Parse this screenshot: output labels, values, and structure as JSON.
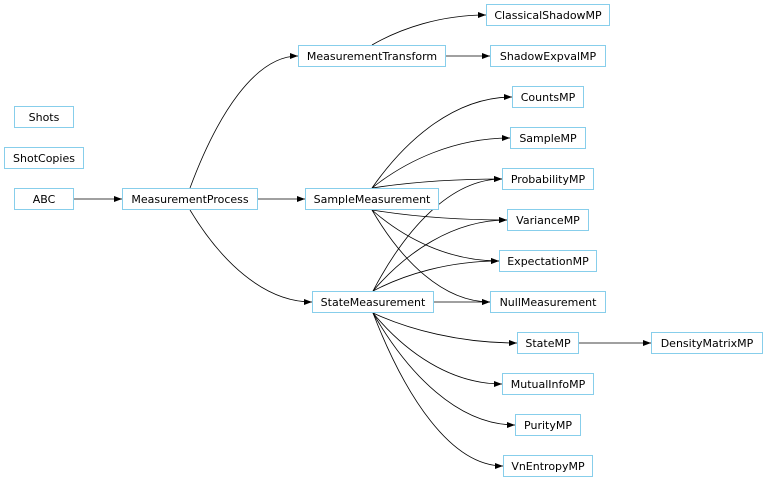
{
  "diagram": {
    "nodes": {
      "shots": "Shots",
      "shotcopies": "ShotCopies",
      "abc": "ABC",
      "measurementprocess": "MeasurementProcess",
      "measurementtransform": "MeasurementTransform",
      "samplemeasurement": "SampleMeasurement",
      "statemeasurement": "StateMeasurement",
      "classicalshadowmp": "ClassicalShadowMP",
      "shadowexpvalmp": "ShadowExpvalMP",
      "countsmp": "CountsMP",
      "samplemp": "SampleMP",
      "probabilitymp": "ProbabilityMP",
      "variancemp": "VarianceMP",
      "expectationmp": "ExpectationMP",
      "nullmeasurement": "NullMeasurement",
      "statemp": "StateMP",
      "densitymatrixmp": "DensityMatrixMP",
      "mutualinfomp": "MutualInfoMP",
      "puritymp": "PurityMP",
      "vnentropymp": "VnEntropyMP"
    },
    "edges": [
      [
        "abc",
        "measurementprocess"
      ],
      [
        "measurementprocess",
        "measurementtransform"
      ],
      [
        "measurementprocess",
        "samplemeasurement"
      ],
      [
        "measurementprocess",
        "statemeasurement"
      ],
      [
        "measurementtransform",
        "classicalshadowmp"
      ],
      [
        "measurementtransform",
        "shadowexpvalmp"
      ],
      [
        "samplemeasurement",
        "countsmp"
      ],
      [
        "samplemeasurement",
        "samplemp"
      ],
      [
        "samplemeasurement",
        "probabilitymp"
      ],
      [
        "samplemeasurement",
        "variancemp"
      ],
      [
        "samplemeasurement",
        "expectationmp"
      ],
      [
        "samplemeasurement",
        "nullmeasurement"
      ],
      [
        "statemeasurement",
        "probabilitymp"
      ],
      [
        "statemeasurement",
        "variancemp"
      ],
      [
        "statemeasurement",
        "expectationmp"
      ],
      [
        "statemeasurement",
        "nullmeasurement"
      ],
      [
        "statemeasurement",
        "statemp"
      ],
      [
        "statemeasurement",
        "mutualinfomp"
      ],
      [
        "statemeasurement",
        "puritymp"
      ],
      [
        "statemeasurement",
        "vnentropymp"
      ],
      [
        "statemp",
        "densitymatrixmp"
      ]
    ]
  }
}
